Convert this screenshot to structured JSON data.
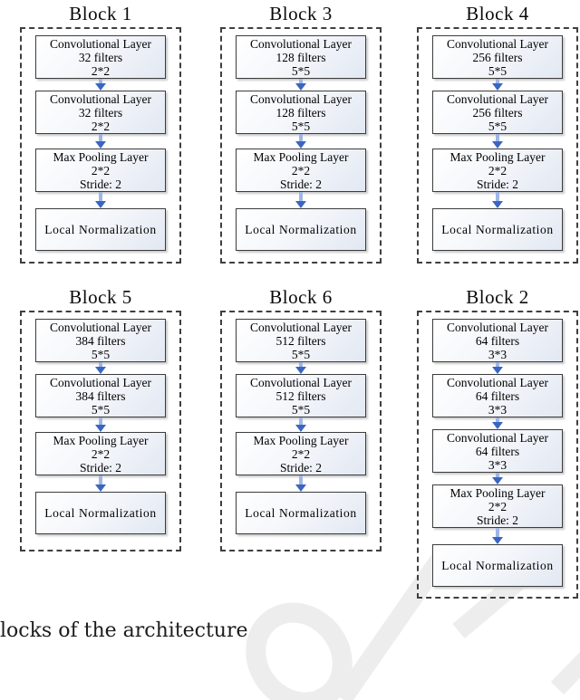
{
  "figure": {
    "caption": "locks of the architecture"
  },
  "blocks": [
    {
      "id": "block-1",
      "title": "Block 1",
      "layers": [
        {
          "lines": [
            "Convolutional Layer",
            "32 filters",
            "2*2"
          ]
        },
        {
          "lines": [
            "Convolutional Layer",
            "32 filters",
            "2*2"
          ]
        },
        {
          "lines": [
            "Max Pooling Layer",
            "2*2",
            "Stride: 2"
          ]
        },
        {
          "lines": [
            "Local Normalization"
          ]
        }
      ]
    },
    {
      "id": "block-3",
      "title": "Block 3",
      "layers": [
        {
          "lines": [
            "Convolutional Layer",
            "128 filters",
            "5*5"
          ]
        },
        {
          "lines": [
            "Convolutional Layer",
            "128 filters",
            "5*5"
          ]
        },
        {
          "lines": [
            "Max Pooling Layer",
            "2*2",
            "Stride: 2"
          ]
        },
        {
          "lines": [
            "Local Normalization"
          ]
        }
      ]
    },
    {
      "id": "block-4",
      "title": "Block 4",
      "layers": [
        {
          "lines": [
            "Convolutional Layer",
            "256 filters",
            "5*5"
          ]
        },
        {
          "lines": [
            "Convolutional Layer",
            "256 filters",
            "5*5"
          ]
        },
        {
          "lines": [
            "Max Pooling Layer",
            "2*2",
            "Stride: 2"
          ]
        },
        {
          "lines": [
            "Local Normalization"
          ]
        }
      ]
    },
    {
      "id": "block-5",
      "title": "Block 5",
      "layers": [
        {
          "lines": [
            "Convolutional Layer",
            "384 filters",
            "5*5"
          ]
        },
        {
          "lines": [
            "Convolutional Layer",
            "384 filters",
            "5*5"
          ]
        },
        {
          "lines": [
            "Max Pooling Layer",
            "2*2",
            "Stride: 2"
          ]
        },
        {
          "lines": [
            "Local Normalization"
          ]
        }
      ]
    },
    {
      "id": "block-6",
      "title": "Block 6",
      "layers": [
        {
          "lines": [
            "Convolutional Layer",
            "512 filters",
            "5*5"
          ]
        },
        {
          "lines": [
            "Convolutional Layer",
            "512 filters",
            "5*5"
          ]
        },
        {
          "lines": [
            "Max Pooling Layer",
            "2*2",
            "Stride: 2"
          ]
        },
        {
          "lines": [
            "Local Normalization"
          ]
        }
      ]
    },
    {
      "id": "block-2",
      "title": "Block 2",
      "layers": [
        {
          "lines": [
            "Convolutional Layer",
            "64 filters",
            "3*3"
          ]
        },
        {
          "lines": [
            "Convolutional Layer",
            "64 filters",
            "3*3"
          ]
        },
        {
          "lines": [
            "Convolutional Layer",
            "64 filters",
            "3*3"
          ]
        },
        {
          "lines": [
            "Max Pooling Layer",
            "2*2",
            "Stride: 2"
          ]
        },
        {
          "lines": [
            "Local Normalization"
          ]
        }
      ]
    }
  ],
  "colors": {
    "box_border": "#3c3c3c",
    "dashed_frame": "#3f3f3f",
    "box_fill_top": "#ffffff",
    "box_fill_bottom": "#e2e8f2",
    "arrow_stem": "#9fb6e6",
    "arrow_head": "#3a66c0",
    "watermark": "#ededed"
  }
}
